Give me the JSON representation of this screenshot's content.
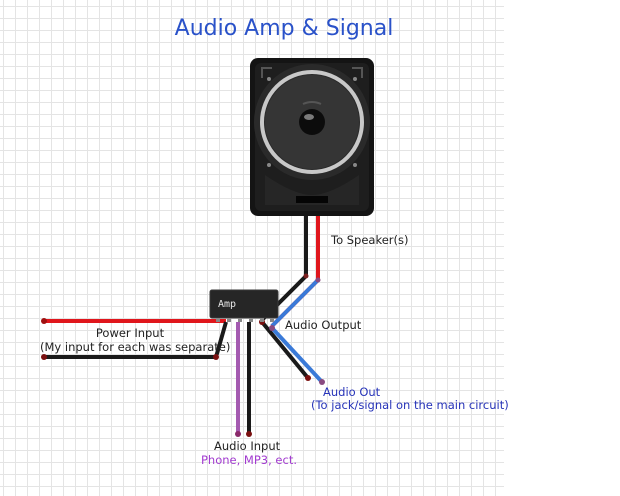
{
  "title": "Audio Amp & Signal",
  "chip": {
    "label": "Amp"
  },
  "labels": {
    "to_speaker": "To Speaker(s)",
    "audio_output": "Audio Output",
    "power_input_line1": "Power Input",
    "power_input_line2": "(My input for each was separate)",
    "audio_out_line1": "Audio Out",
    "audio_out_line2": "(To jack/signal on the main circuit)",
    "audio_input_line1": "Audio Input",
    "audio_input_line2": "Phone, MP3, ect."
  },
  "colors": {
    "title": "#2a52c9",
    "wire_red": "#e0161c",
    "wire_black": "#1a1a1a",
    "wire_blue": "#3a7ad8",
    "wire_purple": "#a45ab0",
    "annotation_blue": "#2633b8",
    "annotation_purple": "#a23bd0"
  }
}
